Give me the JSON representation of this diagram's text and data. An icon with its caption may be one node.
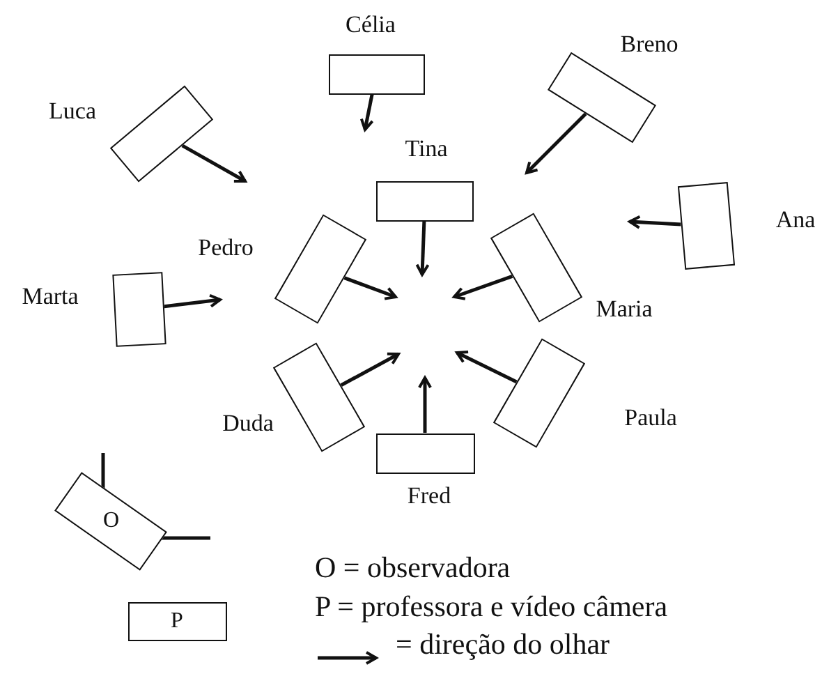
{
  "diagram": {
    "nodes": [
      {
        "text": [],
        "shape": "box",
        "beside": [
          "Célia"
        ]
      },
      {
        "text": [],
        "shape": "box",
        "beside": [
          "Breno"
        ]
      },
      {
        "text": [],
        "shape": "box",
        "beside": [
          "Luca"
        ]
      },
      {
        "text": [],
        "shape": "box",
        "beside": [
          "Tina"
        ]
      },
      {
        "text": [],
        "shape": "box",
        "beside": [
          "Ana"
        ]
      },
      {
        "text": [],
        "shape": "box",
        "beside": [
          "Pedro"
        ]
      },
      {
        "text": [],
        "shape": "box",
        "beside": [
          "Maria"
        ]
      },
      {
        "text": [],
        "shape": "box",
        "beside": [
          "Marta"
        ]
      },
      {
        "text": [],
        "shape": "box",
        "beside": [
          "Duda"
        ]
      },
      {
        "text": [],
        "shape": "box",
        "beside": [
          "Paula"
        ]
      },
      {
        "text": [],
        "shape": "box",
        "beside": [
          "Fred"
        ]
      },
      {
        "text": [
          "O"
        ]
      },
      {
        "text": [
          "P"
        ]
      }
    ],
    "edges": [
      {
        "from": 0,
        "to": null,
        "arrow": "to"
      },
      {
        "from": 1,
        "to": null,
        "arrow": "to"
      },
      {
        "from": 2,
        "to": null,
        "arrow": "to"
      },
      {
        "from": 3,
        "to": null,
        "arrow": "to"
      },
      {
        "from": 4,
        "to": null,
        "arrow": "to"
      },
      {
        "from": 5,
        "to": null,
        "arrow": "to"
      },
      {
        "from": 6,
        "to": null,
        "arrow": "to"
      },
      {
        "from": 7,
        "to": null,
        "arrow": "to"
      },
      {
        "from": 8,
        "to": null,
        "arrow": "to"
      },
      {
        "from": 9,
        "to": null,
        "arrow": "to"
      },
      {
        "from": 10,
        "to": null,
        "arrow": "to"
      }
    ],
    "labels": [
      "O = observadora",
      "P = professora e vídeo câmera"
    ],
    "legend": [
      {
        "text": "= direção do olhar"
      }
    ]
  }
}
